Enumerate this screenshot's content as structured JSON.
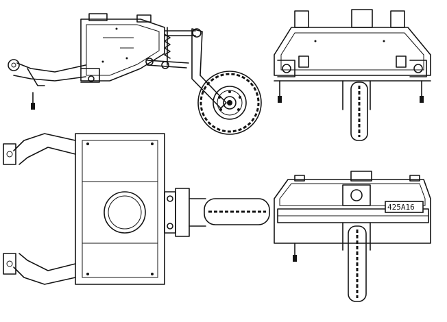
{
  "drawing": {
    "views": [
      {
        "id": "side"
      },
      {
        "id": "front-top"
      },
      {
        "id": "plan"
      },
      {
        "id": "rear-bottom"
      }
    ],
    "plate_text": "425А16"
  }
}
